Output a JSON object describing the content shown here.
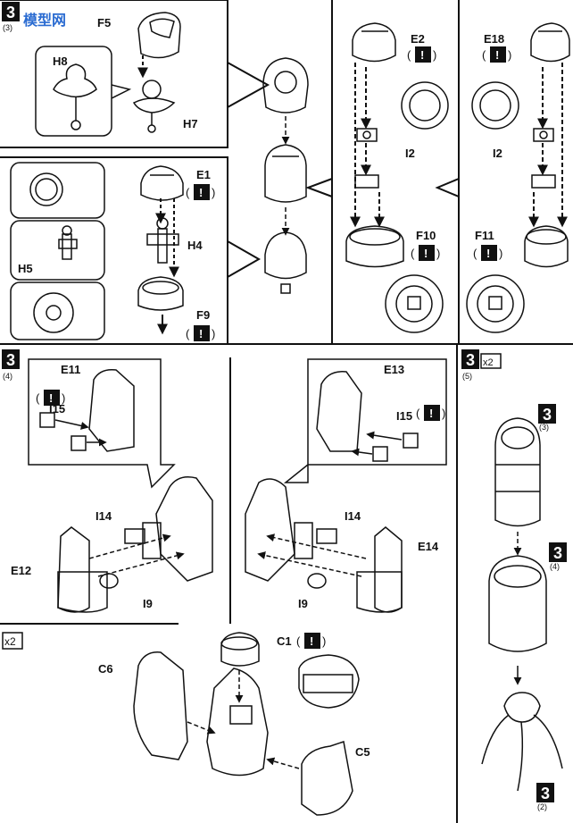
{
  "watermark": "模型网",
  "sections": {
    "s3_3": {
      "number": "3",
      "sub": "(3)"
    },
    "s3_4": {
      "number": "3",
      "sub": "(4)"
    },
    "s3_5": {
      "number": "3",
      "sub": "(5)",
      "qty": "x2"
    },
    "ref_3": {
      "number": "3",
      "sub": "(3)"
    },
    "ref_4": {
      "number": "3",
      "sub": "(4)"
    },
    "ref_2": {
      "number": "3",
      "sub": "(2)"
    },
    "bottom_qty": "x2"
  },
  "part_labels": {
    "f5": "F5",
    "h8": "H8",
    "h7": "H7",
    "e1": "E1",
    "h4": "H4",
    "h5": "H5",
    "f9": "F9",
    "e2": "E2",
    "i2a": "I2",
    "f10": "F10",
    "e18": "E18",
    "i2b": "I2",
    "f11": "F11",
    "e11": "E11",
    "i15a": "I15",
    "i14a": "I14",
    "e12": "E12",
    "i9a": "I9",
    "e13": "E13",
    "i15b": "I15",
    "i14b": "I14",
    "e14": "E14",
    "i9b": "I9",
    "c1": "C1",
    "c6": "C6",
    "c5": "C5"
  },
  "caution_mark": "!",
  "paren_open": "(",
  "paren_close": ")",
  "icons": [
    "caution-icon",
    "assembly-arrow",
    "callout-balloon"
  ]
}
